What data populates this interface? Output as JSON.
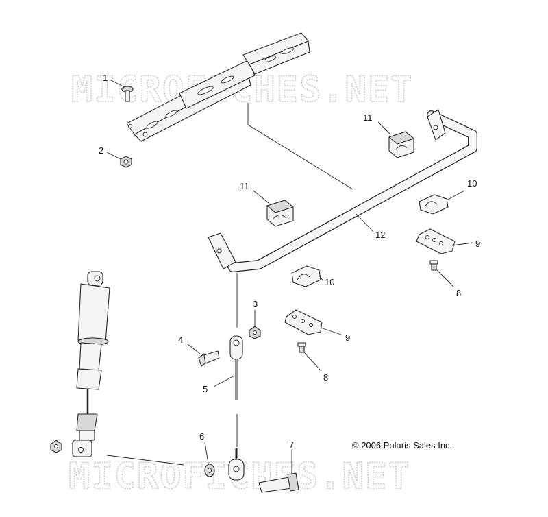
{
  "watermark": {
    "top": "MICROFICHES.NET",
    "bottom": "MICROFICHES.NET"
  },
  "copyright": "© 2006 Polaris Sales Inc.",
  "callouts": {
    "c1": "1",
    "c2": "2",
    "c3": "3",
    "c4": "4",
    "c5": "5",
    "c6": "6",
    "c7": "7",
    "c8a": "8",
    "c8b": "8",
    "c9a": "9",
    "c9b": "9",
    "c10a": "10",
    "c10b": "10",
    "c11a": "11",
    "c11b": "11",
    "c12": "12"
  }
}
